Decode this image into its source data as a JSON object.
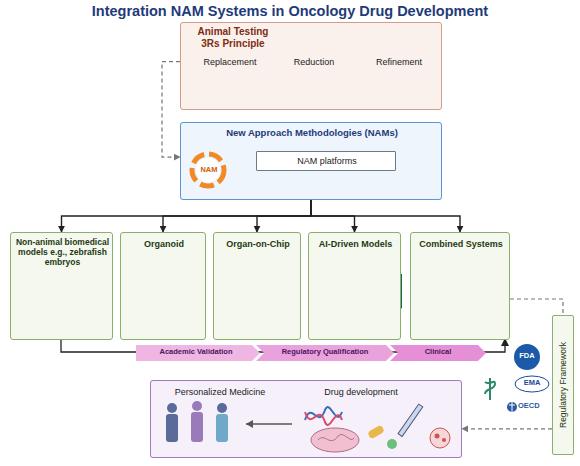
{
  "diagram": {
    "title": "Integration NAM Systems in Oncology Drug Development",
    "nodes": [
      {
        "text": [
          "Animal Testing 3Rs Principle",
          "Replacement",
          "Reduction",
          "Refinement"
        ]
      },
      {
        "text": [
          "New Approach Methodologies (NAMs)",
          "NAM"
        ]
      },
      {
        "text": [
          "NAM platforms"
        ],
        "in": 1
      },
      {
        "text": [
          "Non-animal biomedical models e.g., zebrafish embryos"
        ]
      },
      {
        "text": [
          "Organoid"
        ]
      },
      {
        "text": [
          "Organ-on-Chip"
        ]
      },
      {
        "text": [
          "AI-Driven Models"
        ]
      },
      {
        "text": [
          "Combined Systems"
        ]
      },
      {
        "text": [
          "Regulatory Framework"
        ]
      },
      {
        "text": [
          "Personalized Medicine",
          "Drug development"
        ]
      }
    ],
    "edges": [
      {
        "from": 0,
        "to": 1,
        "arrow": "to"
      },
      {
        "from": 1,
        "to": 3,
        "arrow": "to"
      },
      {
        "from": 1,
        "to": 4,
        "arrow": "to"
      },
      {
        "from": 1,
        "to": 5,
        "arrow": "to"
      },
      {
        "from": 1,
        "to": 6,
        "arrow": "to"
      },
      {
        "from": 1,
        "to": 7,
        "arrow": "to"
      },
      {
        "from": 7,
        "to": 8,
        "arrow": "none"
      },
      {
        "from": 8,
        "to": 9,
        "arrow": "to"
      }
    ],
    "labels": [
      "Academic Validation",
      "Regulatory Qualification",
      "Clinical",
      "FDA",
      "EMA",
      "OECD"
    ]
  }
}
